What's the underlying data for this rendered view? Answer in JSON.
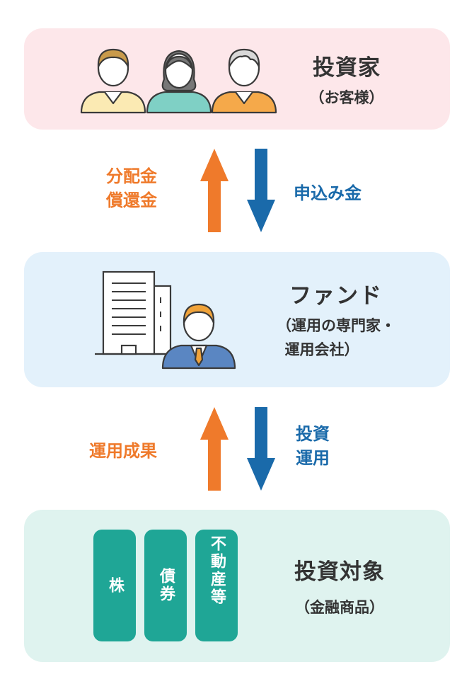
{
  "colors": {
    "investor_bg": "#fde7ea",
    "fund_bg": "#e3f1fb",
    "target_bg": "#dff3ef",
    "up_arrow": "#ef7a2b",
    "down_arrow": "#1a6aaa",
    "pill": "#1fa696"
  },
  "investor": {
    "title": "投資家",
    "subtitle": "（お客様）"
  },
  "flow1": {
    "up_label": [
      "分配金",
      "償還金"
    ],
    "down_label": "申込み金"
  },
  "fund": {
    "title": "ファンド",
    "subtitle_line1": "（運用の専門家・",
    "subtitle_line2": "運用会社）"
  },
  "flow2": {
    "up_label": "運用成果",
    "down_label": [
      "投資",
      "運用"
    ]
  },
  "target": {
    "title": "投資対象",
    "subtitle": "（金融商品）",
    "items": [
      "株",
      "債券",
      "不動産等"
    ]
  },
  "icons": [
    "people-icon",
    "building-icon",
    "businessman-icon",
    "up-arrow-icon",
    "down-arrow-icon"
  ]
}
